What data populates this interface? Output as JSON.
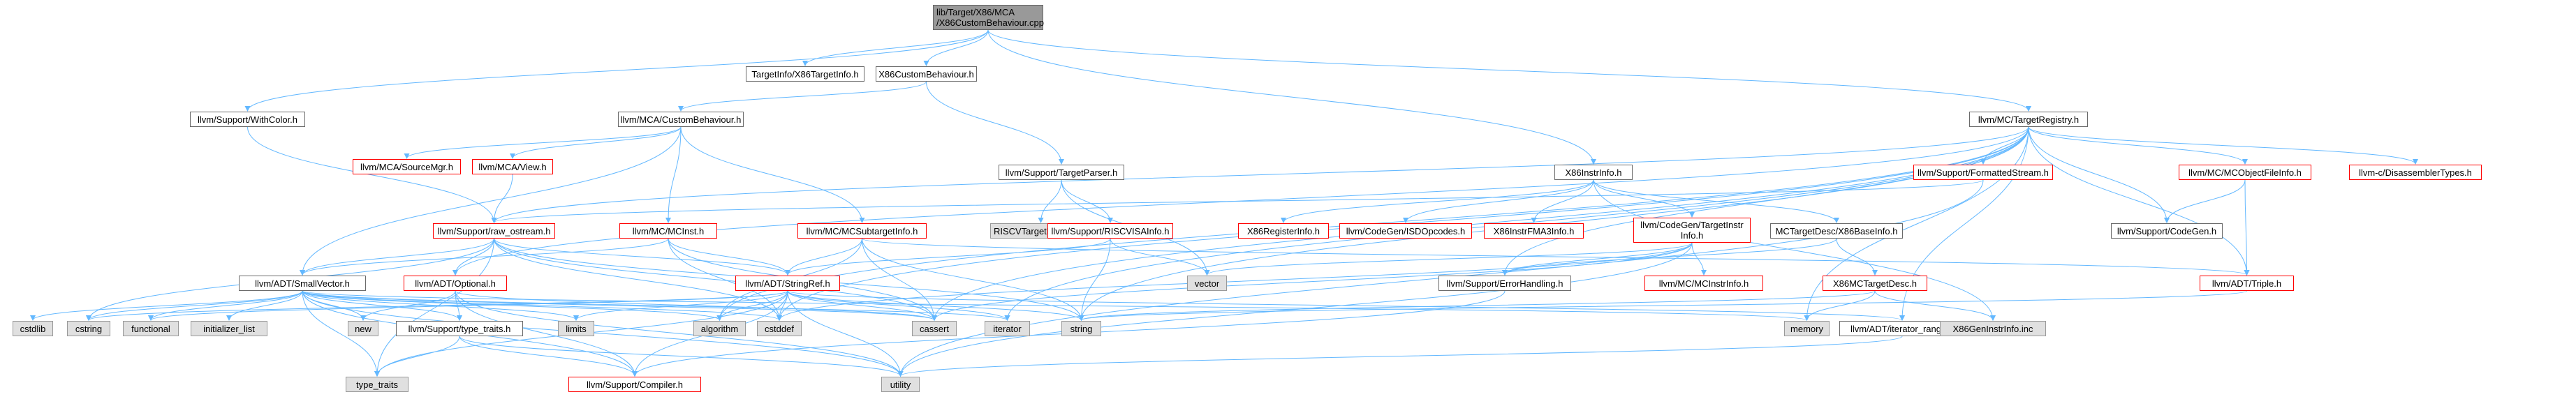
{
  "nodes": {
    "root": "lib/Target/X86/MCA\n/X86CustomBehaviour.cpp",
    "x86targetinfo": "TargetInfo/X86TargetInfo.h",
    "x86custombehaviour": "X86CustomBehaviour.h",
    "withcolor": "llvm/Support/WithColor.h",
    "mca_custombehaviour": "llvm/MCA/CustomBehaviour.h",
    "targetregistry": "llvm/MC/TargetRegistry.h",
    "mca_sourcemgr": "llvm/MCA/SourceMgr.h",
    "mca_view": "llvm/MCA/View.h",
    "targetparser": "llvm/Support/TargetParser.h",
    "x86instrinfo": "X86InstrInfo.h",
    "formattedstream": "llvm/Support/FormattedStream.h",
    "mcobjectfileinfo": "llvm/MC/MCObjectFileInfo.h",
    "disassemblertypes": "llvm-c/DisassemblerTypes.h",
    "raw_ostream": "llvm/Support/raw_ostream.h",
    "mcinst": "llvm/MC/MCInst.h",
    "mcsubtargetinfo": "llvm/MC/MCSubtargetInfo.h",
    "riscvtargetparser": "RISCVTargetParser.def",
    "riscvisainfo": "llvm/Support/RISCVISAInfo.h",
    "x86registerinfo": "X86RegisterInfo.h",
    "isdopcodes": "llvm/CodeGen/ISDOpcodes.h",
    "x86instrfma3info": "X86InstrFMA3Info.h",
    "codegen_targetinstrinfo": "llvm/CodeGen/TargetInstr\nInfo.h",
    "x86baseinfo": "MCTargetDesc/X86BaseInfo.h",
    "support_codegen": "llvm/Support/CodeGen.h",
    "smallvector": "llvm/ADT/SmallVector.h",
    "optional": "llvm/ADT/Optional.h",
    "stringref": "llvm/ADT/StringRef.h",
    "vector": "vector",
    "errorhandling": "llvm/Support/ErrorHandling.h",
    "mcinstrinfo": "llvm/MC/MCInstrInfo.h",
    "x86mctargetdesc": "X86MCTargetDesc.h",
    "triple": "llvm/ADT/Triple.h",
    "cstdlib": "cstdlib",
    "cstring": "cstring",
    "functional": "functional",
    "initializer_list": "initializer_list",
    "new": "new",
    "type_traits_h": "llvm/Support/type_traits.h",
    "limits": "limits",
    "algorithm": "algorithm",
    "cstddef": "cstddef",
    "cassert": "cassert",
    "iterator": "iterator",
    "string": "string",
    "memory": "memory",
    "iterator_range": "llvm/ADT/iterator_range.h",
    "x86geninstrinfo": "X86GenInstrInfo.inc",
    "type_traits": "type_traits",
    "compiler": "llvm/Support/Compiler.h",
    "utility": "utility"
  },
  "colors": {
    "edge": "#63b8ff",
    "red_border": "#ff0000",
    "gray_fill": "#e0e0e0",
    "root_fill": "#999999"
  }
}
